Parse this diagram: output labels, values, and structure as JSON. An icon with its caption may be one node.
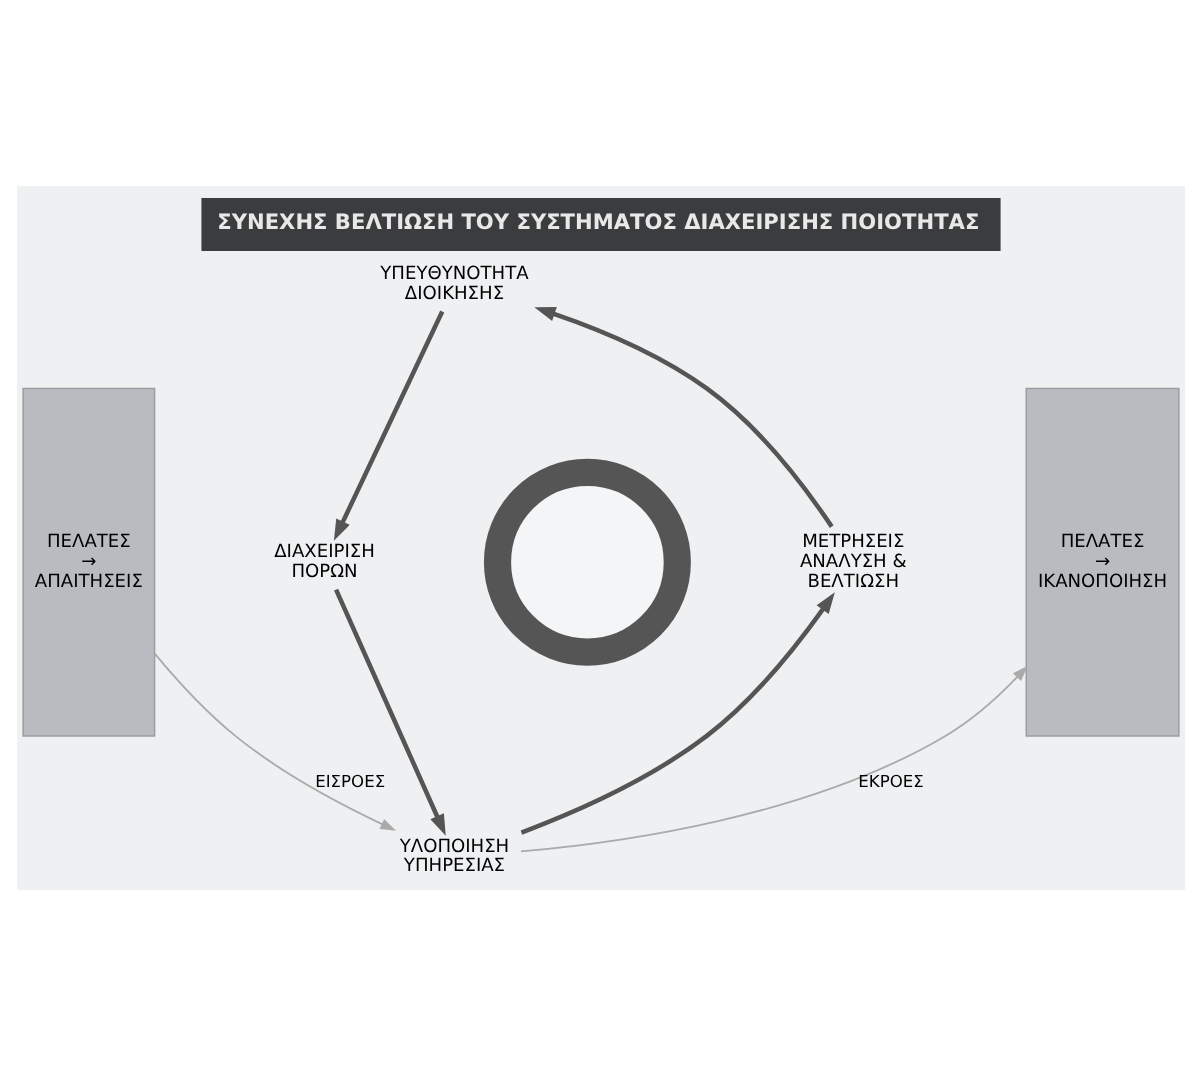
{
  "diagram": {
    "title": "ΣΥΝΕΧΗΣ ΒΕΛΤΙΩΣΗ ΤΟΥ ΣΥΣΤΗΜΑΤΟΣ ΔΙΑΧΕΙΡΙΣΗΣ ΠΟΙΟΤΗΤΑΣ",
    "nodes": [
      {
        "text": [
          "ΥΠΕΥΘΥΝΟΤΗΤΑ ΔΙΟΙΚΗΣΗΣ"
        ]
      },
      {
        "text": [
          "ΠΕΛΑΤΕΣ → ΑΠΑΙΤΗΣΕΙΣ"
        ]
      },
      {
        "text": [
          "ΔΙΑΧΕΙΡΙΣΗ ΠΟΡΩΝ"
        ]
      },
      {
        "text": [],
        "shape": "circle"
      },
      {
        "text": [
          "ΜΕΤΡΗΣΕΙΣ ΑΝΑΛΥΣΗ & ΒΕΛΤΙΩΣΗ"
        ]
      },
      {
        "text": [
          "ΠΕΛΑΤΕΣ → ΙΚΑΝΟΠΟΙΗΣΗ"
        ]
      },
      {
        "text": [
          "ΥΛΟΠΟΙΗΣΗ ΥΠΗΡΕΣΙΑΣ"
        ]
      }
    ],
    "edges": [
      {
        "from": 0,
        "to": 2,
        "arrow": "to"
      },
      {
        "from": 2,
        "to": 6,
        "arrow": "to"
      },
      {
        "from": 6,
        "to": 4,
        "arrow": "to"
      },
      {
        "from": 4,
        "to": 0,
        "arrow": "to"
      },
      {
        "from": 1,
        "to": 6,
        "arrow": "to",
        "label": "ΕΙΣΡΟΕΣ",
        "color": "#aaaaaa"
      },
      {
        "from": 6,
        "to": 5,
        "arrow": "to",
        "label": "ΕΚΡΟΕΣ",
        "color": "#aaaaaa"
      }
    ]
  }
}
